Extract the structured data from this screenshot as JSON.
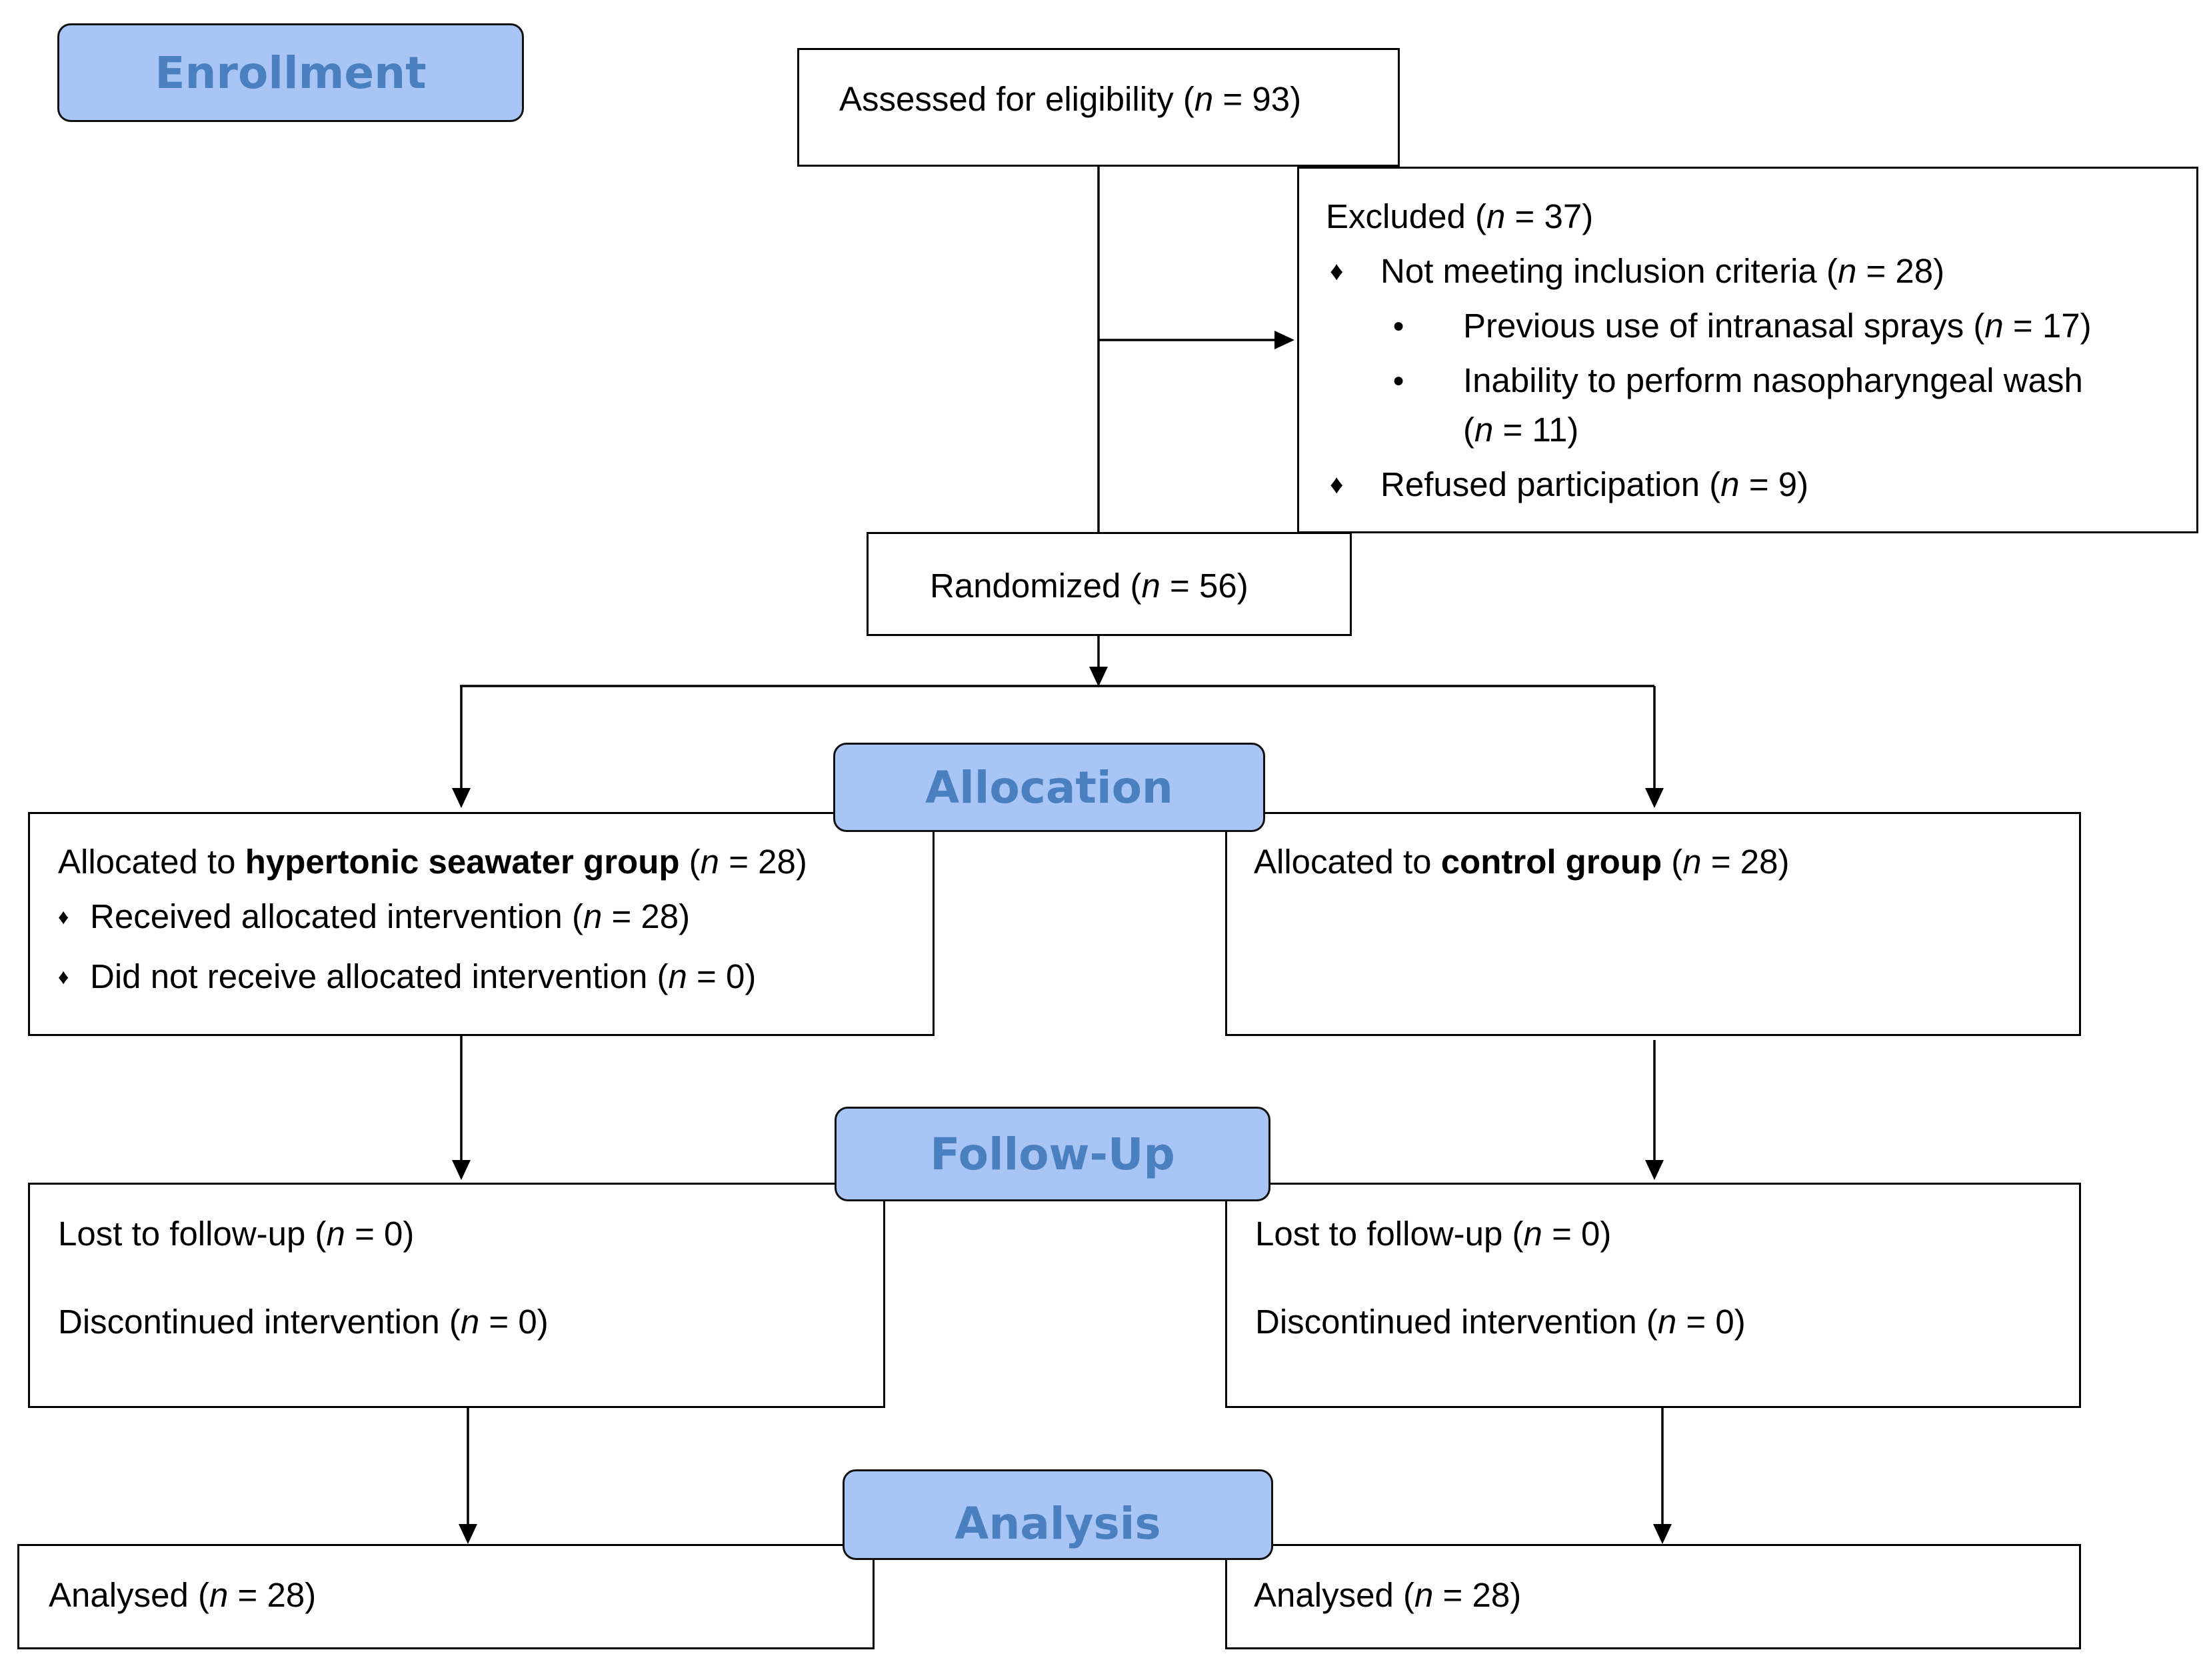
{
  "stages": {
    "enrollment": "Enrollment",
    "allocation": "Allocation",
    "follow_up": "Follow-Up",
    "analysis": "Analysis"
  },
  "assessed": {
    "text": "Assessed for eligibility (",
    "n": "n",
    "tail": " = 93)"
  },
  "excluded": {
    "title": {
      "text": "Excluded (",
      "n": "n",
      "tail": " = 37)"
    },
    "not_meeting": {
      "text": "Not meeting inclusion criteria (",
      "n": "n",
      "tail": " = 28)"
    },
    "previous_use": {
      "text": "Previous use of intranasal sprays (",
      "n": "n",
      "tail": " = 17)"
    },
    "inability": {
      "line1": "Inability to perform nasopharyngeal wash",
      "open": "(",
      "n": "n",
      "tail": " = 11)"
    },
    "refused": {
      "text": "Refused participation (",
      "n": "n",
      "tail": " = 9)"
    },
    "diamond": "♦",
    "bullet": "●"
  },
  "randomized": {
    "text": "Randomized (",
    "n": "n",
    "tail": " = 56)"
  },
  "hypertonic": {
    "prefix": "Allocated to ",
    "group": "hypertonic seawater group",
    "open": " (",
    "n": "n",
    "tail": " = 28)",
    "received": {
      "text": "Received allocated intervention (",
      "n": "n",
      "tail": " = 28)"
    },
    "not_received": {
      "text": "Did not receive allocated intervention (",
      "n": "n",
      "tail": " = 0)"
    },
    "diamond": "♦"
  },
  "control": {
    "prefix": "Allocated to ",
    "group": "control group",
    "open": " (",
    "n": "n",
    "tail": " = 28)"
  },
  "followup_left": {
    "lost": {
      "text": "Lost to follow-up (",
      "n": "n",
      "tail": " = 0)"
    },
    "discontinued": {
      "text": "Discontinued intervention (",
      "n": "n",
      "tail": " = 0)"
    }
  },
  "followup_right": {
    "lost": {
      "text": "Lost to follow-up (",
      "n": "n",
      "tail": " = 0)"
    },
    "discontinued": {
      "text": "Discontinued intervention (",
      "n": "n",
      "tail": " = 0)"
    }
  },
  "analysed_left": {
    "text": "Analysed (",
    "n": "n",
    "tail": " = 28)"
  },
  "analysed_right": {
    "text": "Analysed (",
    "n": "n",
    "tail": " = 28)"
  }
}
